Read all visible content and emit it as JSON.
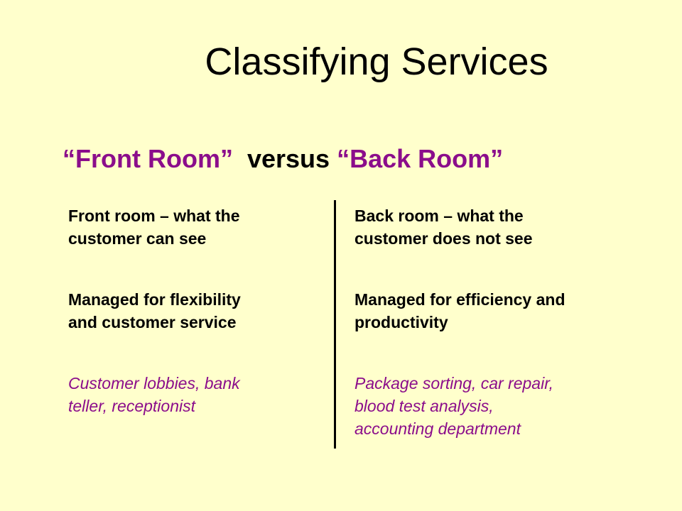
{
  "slide": {
    "title": "Classifying Services",
    "subtitle": {
      "front": "“Front Room”",
      "versus": "versus",
      "back": "“Back Room”"
    },
    "left": {
      "definition": [
        "Front room – what the",
        "customer can see"
      ],
      "management": [
        "Managed for flexibility",
        "and customer service"
      ],
      "examples": [
        "Customer lobbies, bank",
        "teller, receptionist"
      ]
    },
    "right": {
      "definition": [
        "Back room – what the",
        "customer does not see"
      ],
      "management": [
        "Managed for efficiency and",
        "productivity"
      ],
      "examples": [
        "Package sorting, car repair,",
        "blood test analysis,",
        "accounting department"
      ]
    }
  },
  "colors": {
    "background": "#ffffcc",
    "accent": "#8b0d8b",
    "text": "#000000"
  }
}
